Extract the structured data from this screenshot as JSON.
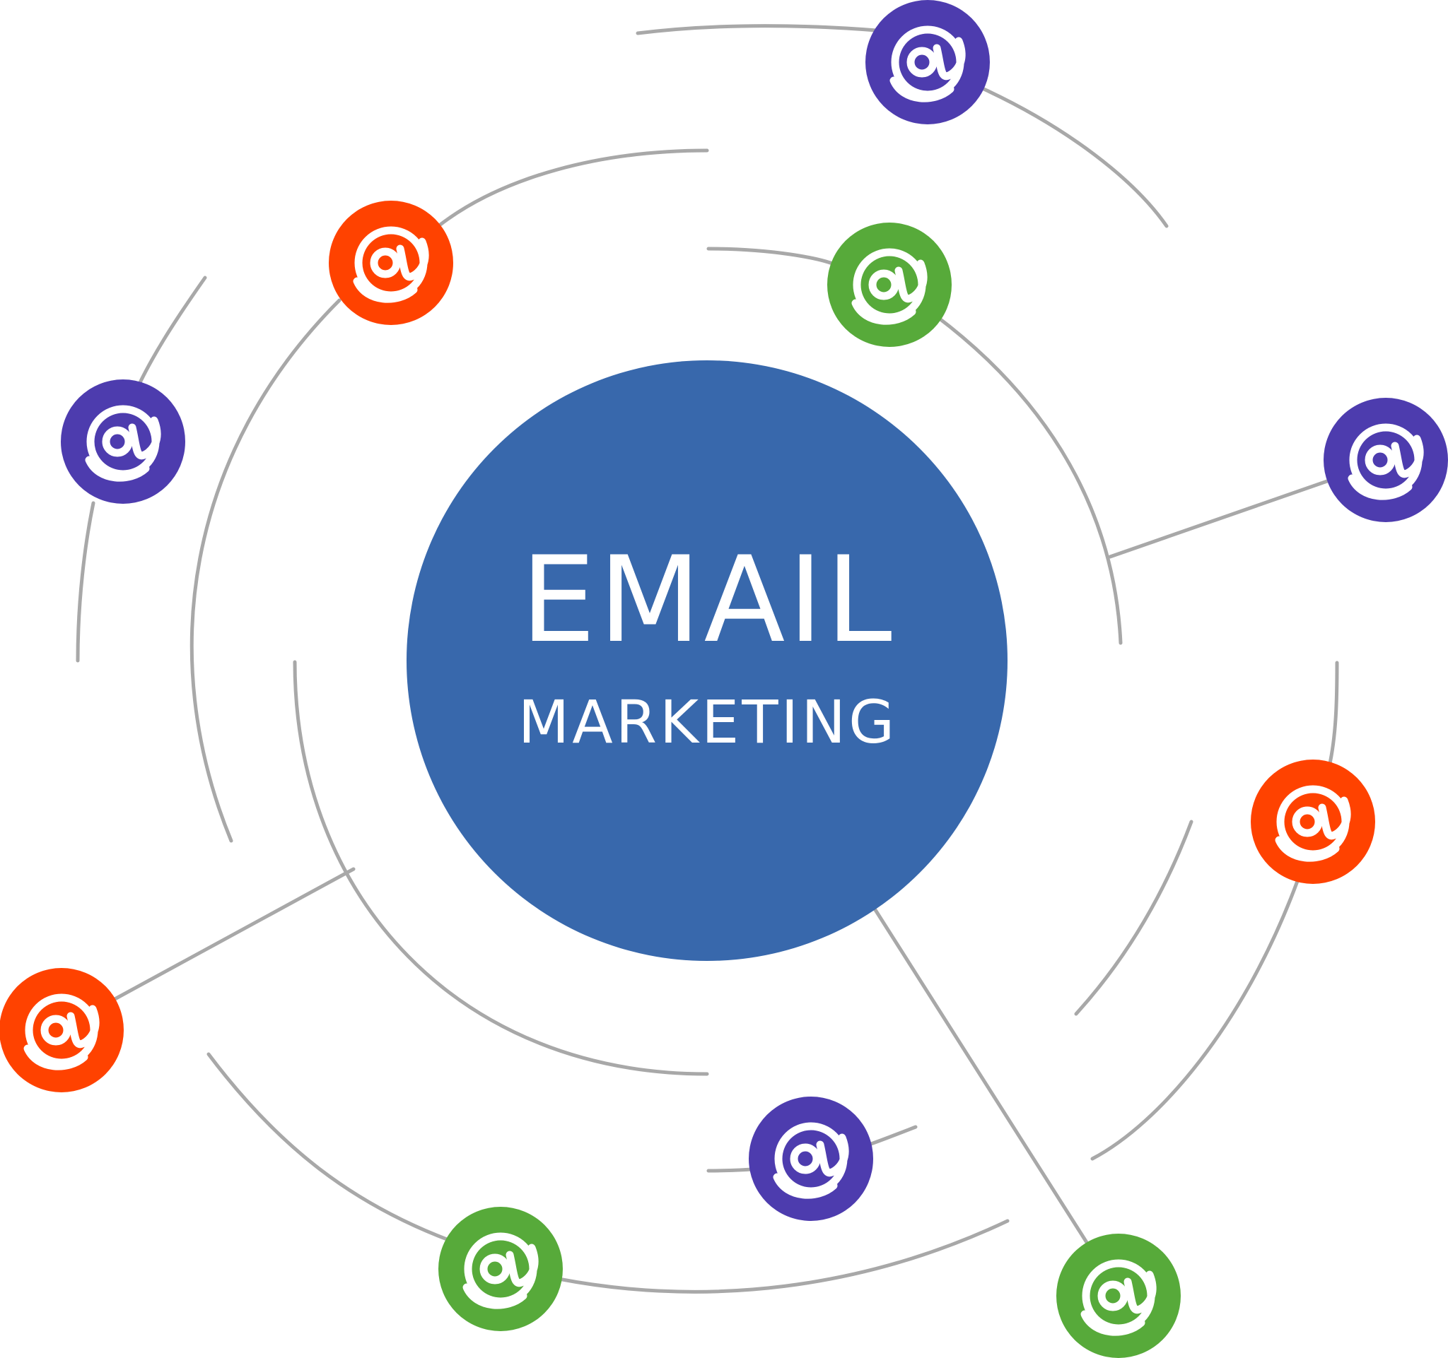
{
  "center": {
    "title": "EMAIL",
    "subtitle": "MARKETING"
  },
  "colors": {
    "center": "#3868ac",
    "purple": "#4d3cae",
    "orange": "#ff4200",
    "green": "#57aa3a",
    "line": "#a8a8a8",
    "background": "#ffffff"
  },
  "nodes": [
    {
      "name": "node-top",
      "color": "purple",
      "icon": "at-icon"
    },
    {
      "name": "node-upper-left-orange",
      "color": "orange",
      "icon": "at-icon"
    },
    {
      "name": "node-upper-green",
      "color": "green",
      "icon": "at-icon"
    },
    {
      "name": "node-left-purple",
      "color": "purple",
      "icon": "at-icon"
    },
    {
      "name": "node-right-purple",
      "color": "purple",
      "icon": "at-icon"
    },
    {
      "name": "node-right-orange",
      "color": "orange",
      "icon": "at-icon"
    },
    {
      "name": "node-left-orange",
      "color": "orange",
      "icon": "at-icon"
    },
    {
      "name": "node-bottom-purple",
      "color": "purple",
      "icon": "at-icon"
    },
    {
      "name": "node-bottom-green",
      "color": "green",
      "icon": "at-icon"
    },
    {
      "name": "node-bottom-right-green",
      "color": "green",
      "icon": "at-icon"
    }
  ]
}
